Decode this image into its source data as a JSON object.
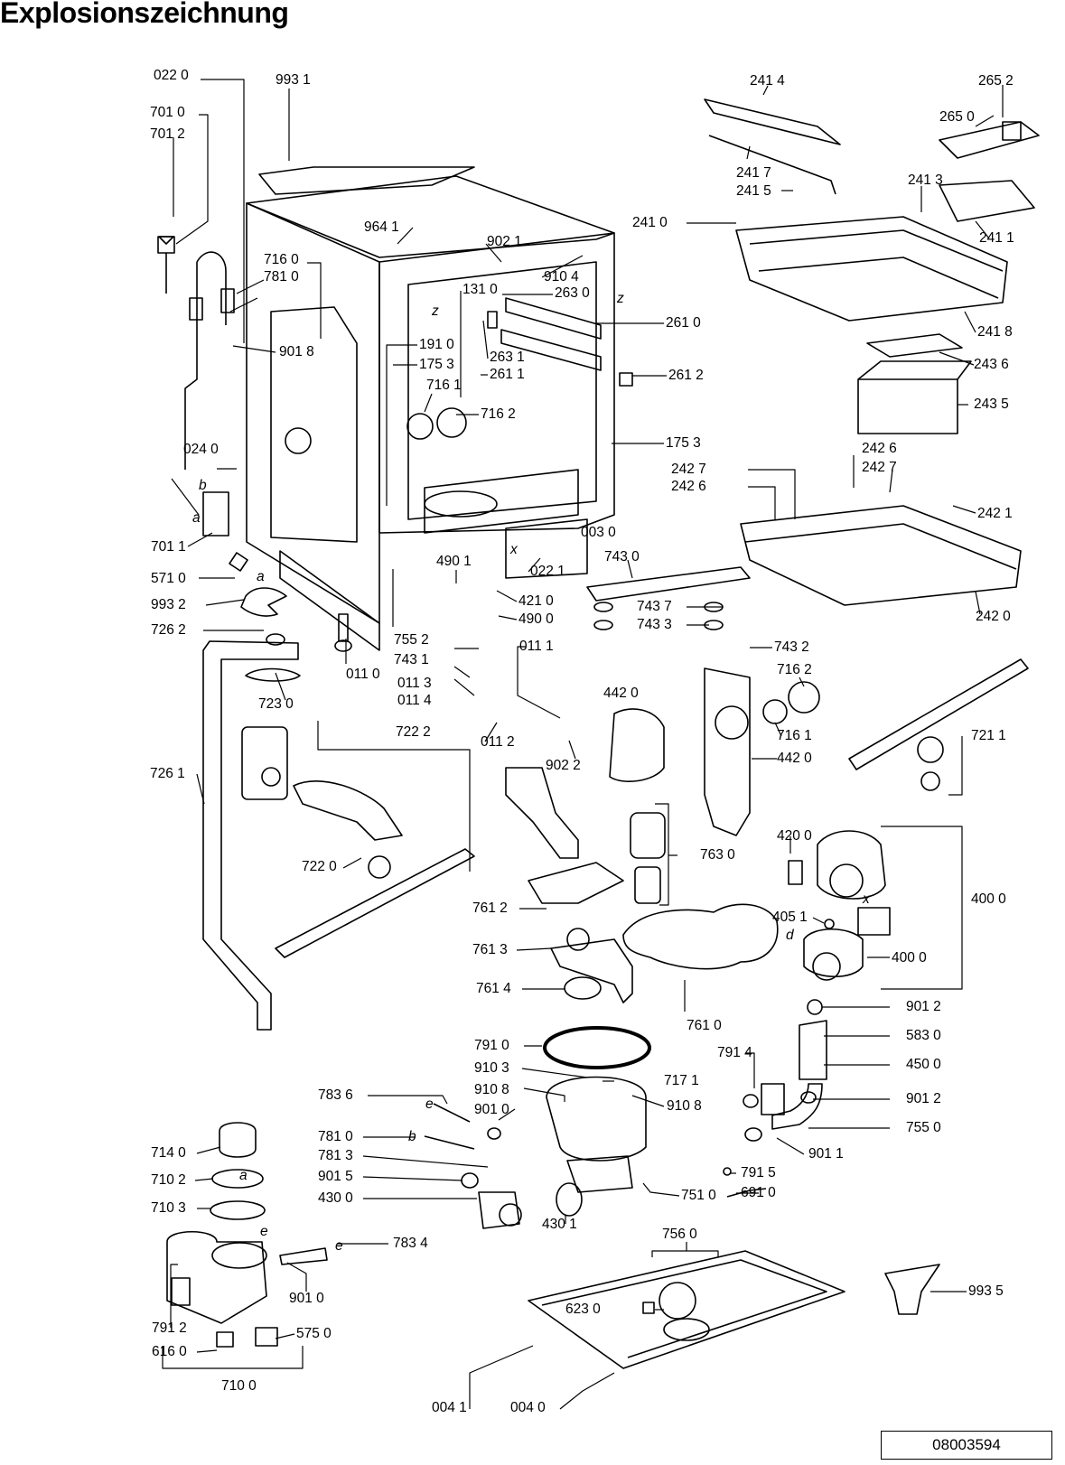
{
  "title": "Explosionszeichnung",
  "document_number": "08003594",
  "part_labels": [
    "022 0",
    "993 1",
    "701 0",
    "701 2",
    "716 0",
    "781 0",
    "901 8",
    "964 1",
    "902 1",
    "910 4",
    "131 0",
    "263 0",
    "261 0",
    "191 0",
    "175 3",
    "263 1",
    "261 1",
    "261 2",
    "716 1",
    "716 2",
    "175 3",
    "024 0",
    "003 0",
    "701 1",
    "571 0",
    "993 2",
    "726 2",
    "490 1",
    "421 0",
    "490 0",
    "022 1",
    "755 2",
    "743 1",
    "011 0",
    "011 1",
    "011 3",
    "011 4",
    "011 2",
    "902 2",
    "723 0",
    "726 1",
    "722 2",
    "722 0",
    "743 0",
    "743 7",
    "743 3",
    "743 2",
    "716 2",
    "716 1",
    "442 0",
    "442 0",
    "721 1",
    "241 4",
    "265 2",
    "265 0",
    "241 7",
    "241 5",
    "241 3",
    "241 0",
    "241 1",
    "241 8",
    "243 6",
    "243 5",
    "242 6",
    "242 7",
    "242 7",
    "242 6",
    "242 1",
    "242 0",
    "763 0",
    "761 2",
    "761 3",
    "761 4",
    "761 0",
    "420 0",
    "400 0",
    "405 1",
    "400 0",
    "791 0",
    "910 3",
    "717 1",
    "910 8",
    "910 8",
    "901 0",
    "791 4",
    "901 2",
    "583 0",
    "450 0",
    "901 2",
    "755 0",
    "783 6",
    "781 0",
    "781 3",
    "901 5",
    "430 0",
    "901 1",
    "791 5",
    "751 0",
    "691 0",
    "430 1",
    "714 0",
    "710 2",
    "710 3",
    "783 4",
    "901 0",
    "791 2",
    "575 0",
    "616 0",
    "710 0",
    "756 0",
    "623 0",
    "993 5",
    "004 1",
    "004 0"
  ],
  "callout_letters": [
    "z",
    "z",
    "x",
    "b",
    "a",
    "a",
    "d",
    "x",
    "e",
    "b",
    "e",
    "e",
    "a"
  ]
}
